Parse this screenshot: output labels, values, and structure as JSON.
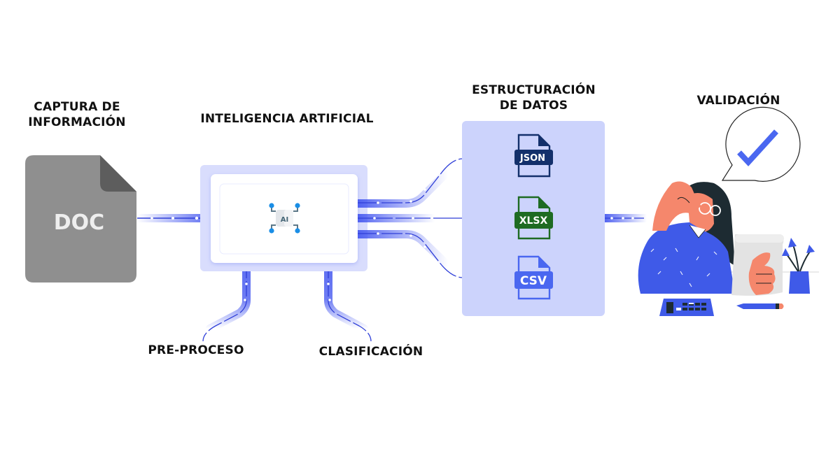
{
  "stages": {
    "capture": {
      "title_line1": "CAPTURA DE",
      "title_line2": "INFORMACIÓN",
      "document_label": "DOC"
    },
    "ai": {
      "title": "INTELIGENCIA ARTIFICIAL",
      "chip_label": "AI"
    },
    "preprocess": {
      "title": "PRE-PROCESO"
    },
    "classification": {
      "title": "CLASIFICACIÓN"
    },
    "structuring": {
      "title_line1": "ESTRUCTURACIÓN",
      "title_line2": "DE DATOS",
      "formats": [
        {
          "label": "JSON",
          "color": "#13306b"
        },
        {
          "label": "XLSX",
          "color": "#1e6b22"
        },
        {
          "label": "CSV",
          "color": "#4a67f0"
        }
      ]
    },
    "validation": {
      "title": "VALIDACIÓN"
    }
  },
  "colors": {
    "accent": "#4a5cf0",
    "panel": "#ccd3fc",
    "doc_gray": "#8f8f8f",
    "doc_fold": "#5d5d5d",
    "check": "#4a67f0",
    "skin": "#f5876c",
    "hair": "#1d2b32"
  }
}
